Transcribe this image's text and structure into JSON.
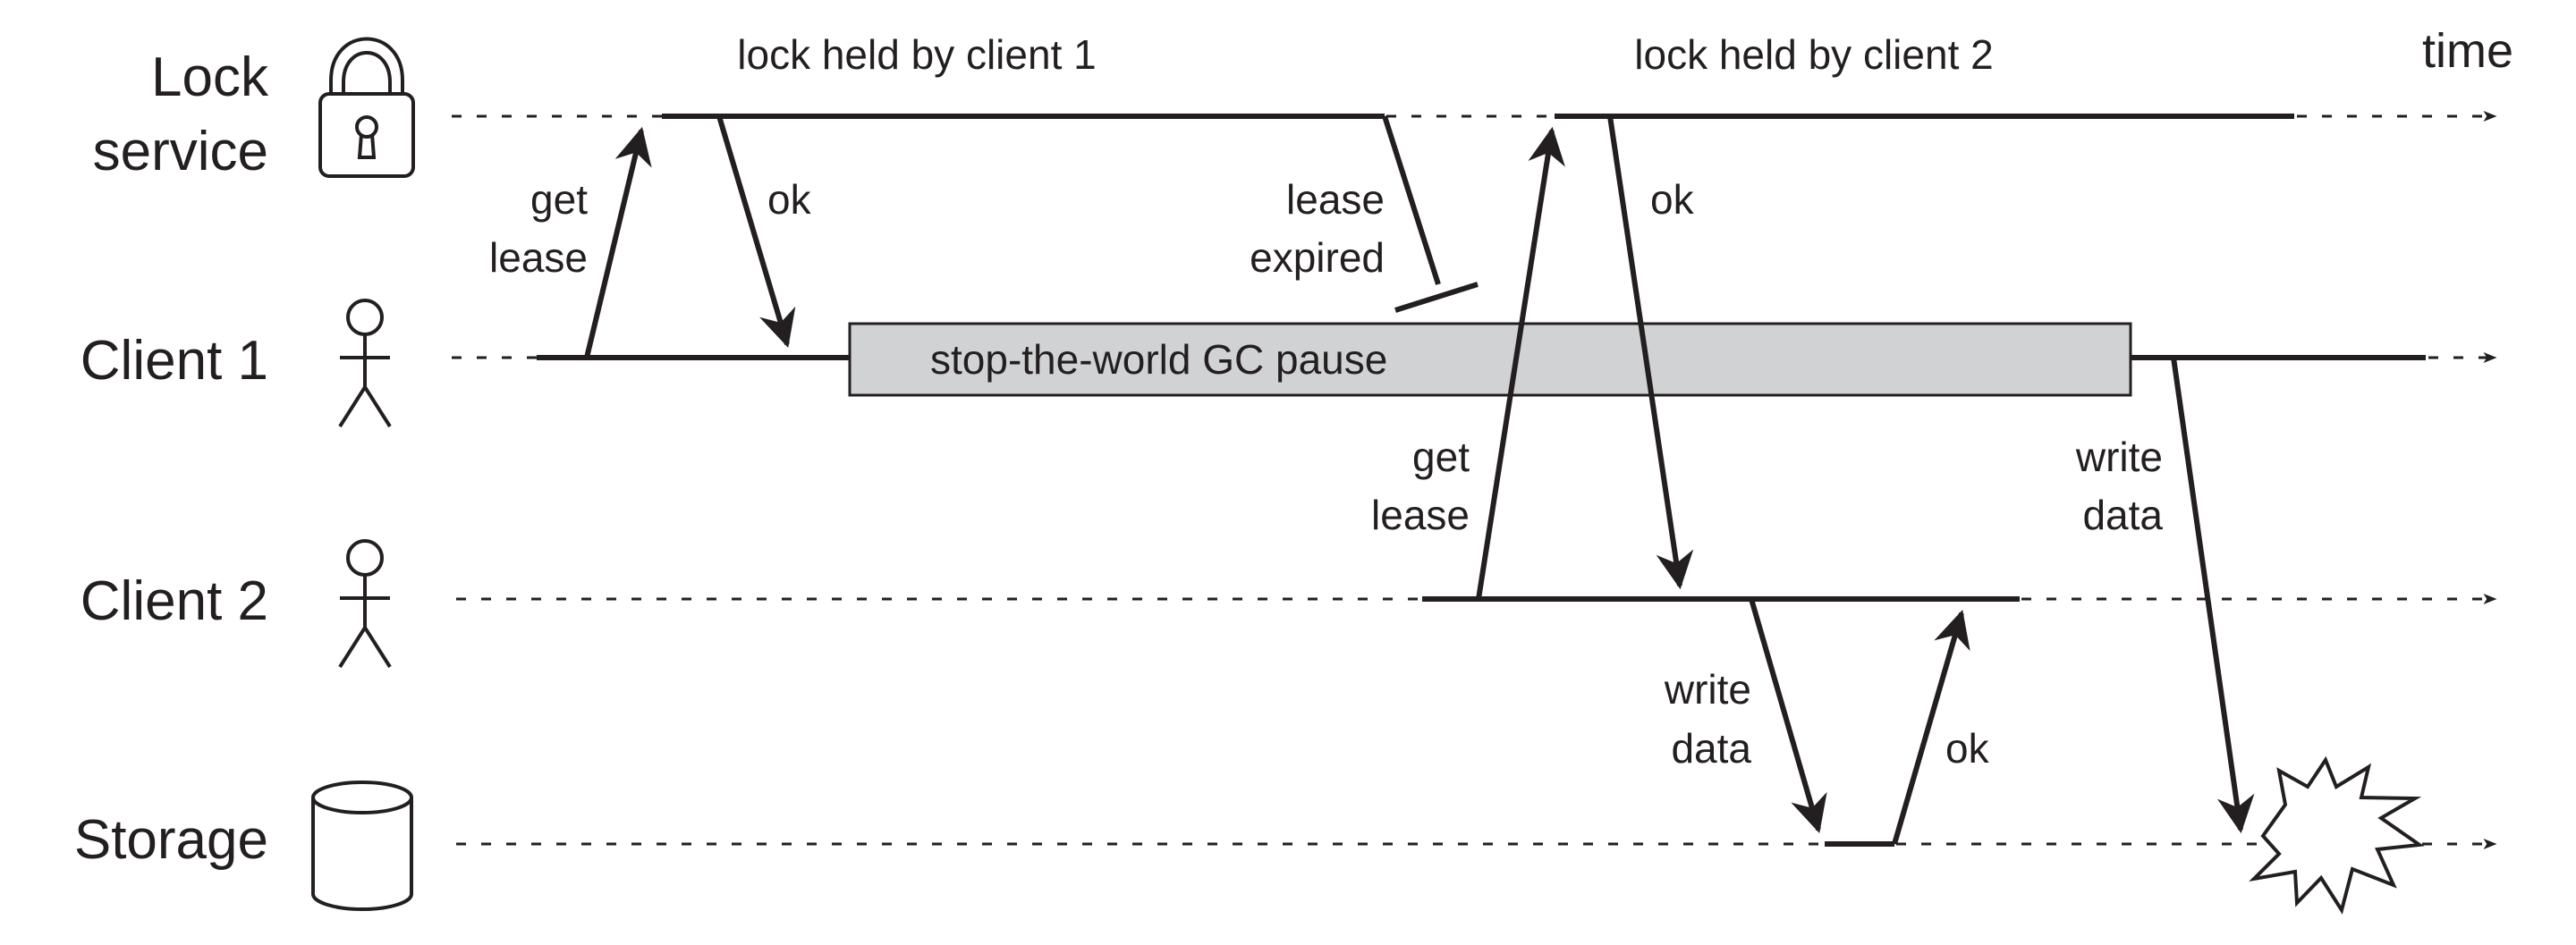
{
  "lanes": {
    "lock_service": [
      "Lock",
      "service"
    ],
    "client1": "Client 1",
    "client2": "Client 2",
    "storage": "Storage"
  },
  "time_label": "time",
  "periods": {
    "client1": "lock held by client 1",
    "client2": "lock held by client 2"
  },
  "pause_label": "stop-the-world GC pause",
  "messages": {
    "c1_get_lease": [
      "get",
      "lease"
    ],
    "c1_ok": "ok",
    "lease_expired": [
      "lease",
      "expired"
    ],
    "c2_get_lease": [
      "get",
      "lease"
    ],
    "c2_ok": "ok",
    "c2_write": [
      "write",
      "data"
    ],
    "storage_ok": "ok",
    "c1_write": [
      "write",
      "data"
    ]
  },
  "icons": {
    "lock_service": "padlock-icon",
    "client1": "person-icon",
    "client2": "person-icon",
    "storage": "database-cylinder-icon",
    "conflict": "explosion-burst-icon"
  },
  "colors": {
    "ink": "#231f20",
    "pause_fill": "#d1d2d4"
  }
}
